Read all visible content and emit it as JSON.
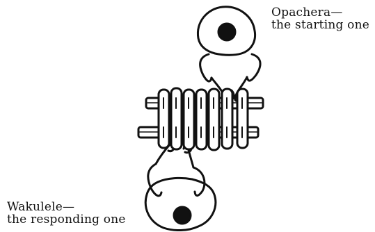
{
  "labels": {
    "top": {
      "name": "Opachera—",
      "description": "the starting one"
    },
    "bottom": {
      "name": "Wakulele—",
      "description": "the responding one"
    }
  },
  "colors": {
    "ink": "#111111",
    "paper": "#ffffff"
  }
}
